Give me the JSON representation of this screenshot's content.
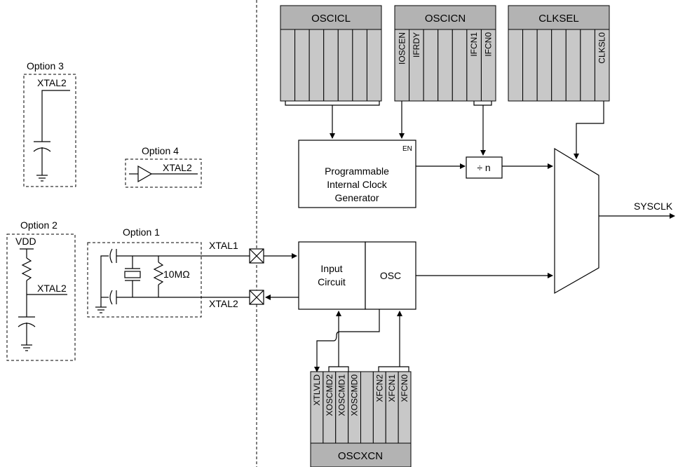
{
  "registers": {
    "oscicl": {
      "name": "OSCICL",
      "bits": [
        "",
        "",
        "",
        "",
        "",
        "",
        ""
      ]
    },
    "oscicn": {
      "name": "OSCICN",
      "bits": [
        "IOSCEN",
        "IFRDY",
        "",
        "",
        "",
        "IFCN1",
        "IFCN0"
      ]
    },
    "clksel": {
      "name": "CLKSEL",
      "bits": [
        "",
        "",
        "",
        "",
        "",
        "",
        "CLKSL0"
      ]
    },
    "oscxcn": {
      "name": "OSCXCN",
      "bits": [
        "XTLVLD",
        "XOSCMD2",
        "XOSCMD1",
        "XOSCMD0",
        "",
        "XFCN2",
        "XFCN1",
        "XFCN0"
      ]
    }
  },
  "blocks": {
    "pic_generator": [
      "Programmable",
      "Internal Clock",
      "Generator"
    ],
    "pic_enable": "EN",
    "divider": "÷ n",
    "input_circuit": [
      "Input",
      "Circuit"
    ],
    "osc": "OSC",
    "output": "SYSCLK"
  },
  "options": {
    "option1": {
      "title": "Option 1",
      "resistor": "10MΩ"
    },
    "option2": {
      "title": "Option 2",
      "supply": "VDD",
      "pin": "XTAL2"
    },
    "option3": {
      "title": "Option 3",
      "pin": "XTAL2"
    },
    "option4": {
      "title": "Option 4",
      "pin": "XTAL2"
    }
  },
  "pins": {
    "xtal1": "XTAL1",
    "xtal2": "XTAL2"
  }
}
